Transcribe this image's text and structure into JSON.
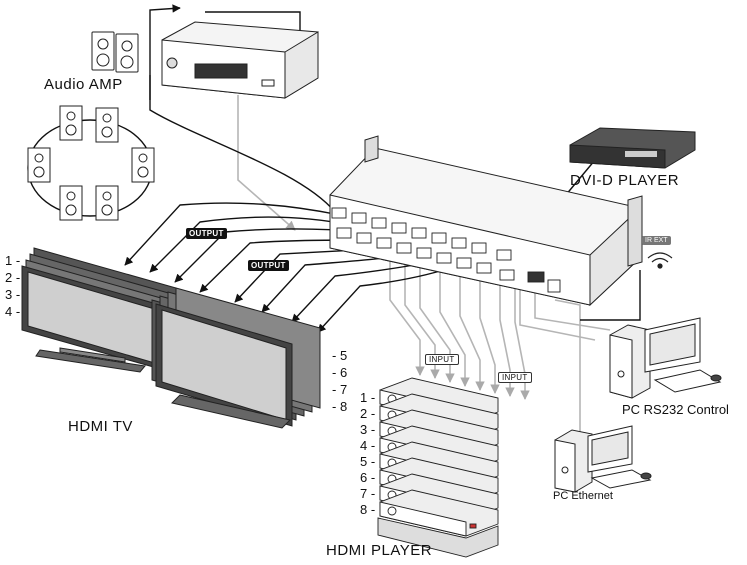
{
  "labels": {
    "audio_amp": "Audio AMP",
    "dvi_player": "DVI-D PLAYER",
    "hdmi_tv": "HDMI TV",
    "pc_rs232": "PC RS232 Control",
    "pc_ethernet": "PC Ethernet",
    "hdmi_player": "HDMI PLAYER"
  },
  "tags": {
    "output_1": "OUTPUT",
    "output_2": "OUTPUT",
    "input_1": "INPUT",
    "input_2": "INPUT",
    "ir_ext": "IR EXT"
  },
  "tv_numbers_left": [
    "1 -",
    "2 -",
    "3 -",
    "4 -"
  ],
  "tv_numbers_right": [
    "- 5",
    "- 6",
    "- 7",
    "- 8"
  ],
  "player_numbers": [
    "1 -",
    "2 -",
    "3 -",
    "4 -",
    "5 -",
    "6 -",
    "7 -",
    "8 -"
  ],
  "colors": {
    "line": "#111111",
    "gray_line": "#aaaaaa",
    "outline": "#222222"
  }
}
